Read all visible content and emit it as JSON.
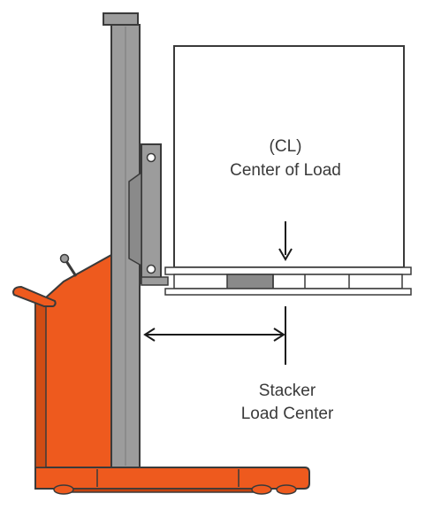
{
  "labels": {
    "cl_line1": "(CL)",
    "cl_line2": "Center of Load",
    "stacker_line1": "Stacker",
    "stacker_line2": "Load Center"
  },
  "colors": {
    "orange": "#ee5a1e",
    "orange_dark": "#c4420f",
    "mast": "#9c9c9c",
    "mast_dark": "#6e6e6e",
    "pallet_dark": "#8a8a8a",
    "outline": "#3a3a3a",
    "background": "#ffffff"
  }
}
